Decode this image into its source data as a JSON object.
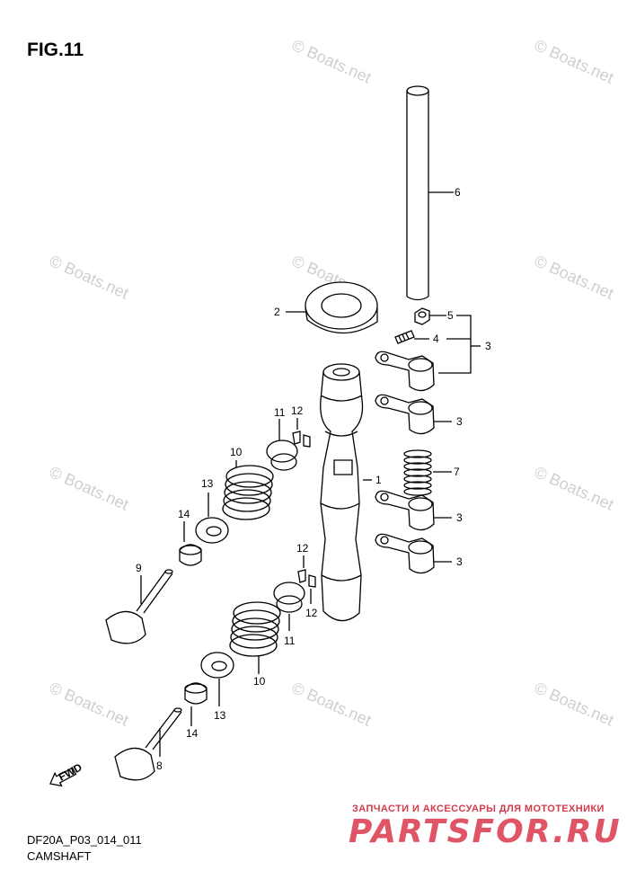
{
  "figure": {
    "title": "FIG.11",
    "code": "DF20A_P03_014_011",
    "caption": "CAMSHAFT",
    "fwd_label": "FWD"
  },
  "watermark": {
    "text": "© Boats.net"
  },
  "shop": {
    "line": "ЗАПЧАСТИ И АКСЕССУАРЫ ДЛЯ МОТОТЕХНИКИ",
    "logo": "PARTSFOR.RU"
  },
  "callouts": {
    "c1": "1",
    "c2": "2",
    "c3a": "3",
    "c3b": "3",
    "c3c": "3",
    "c3d": "3",
    "c4": "4",
    "c5": "5",
    "c6": "6",
    "c7": "7",
    "c8": "8",
    "c9": "9",
    "c10a": "10",
    "c10b": "10",
    "c11a": "11",
    "c11b": "11",
    "c12a": "12",
    "c12b": "12",
    "c12c": "12",
    "c13a": "13",
    "c13b": "13",
    "c14a": "14",
    "c14b": "14"
  }
}
